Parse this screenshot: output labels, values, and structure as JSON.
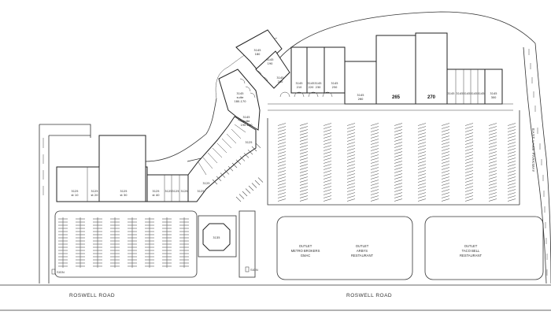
{
  "roads": {
    "roswell_west": "ROSWELL ROAD",
    "roswell_east": "ROSWELL ROAD",
    "east_lake": "EAST LAKE PARKWAY"
  },
  "signs": [
    "SIGN",
    "SIGN"
  ],
  "units_major": [
    "265",
    "270"
  ],
  "outparcels": [
    {
      "line1": "OUTLET",
      "line2": "METRO BROKERS",
      "line3": "GMAC"
    },
    {
      "line1": "OUTLET",
      "line2": "ARBYS",
      "line3": "RESTAURANT"
    },
    {
      "line1": "OUTLET",
      "line2": "TACO BELL",
      "line3": "RESTAURANT"
    }
  ],
  "kiosk": "3135"
}
